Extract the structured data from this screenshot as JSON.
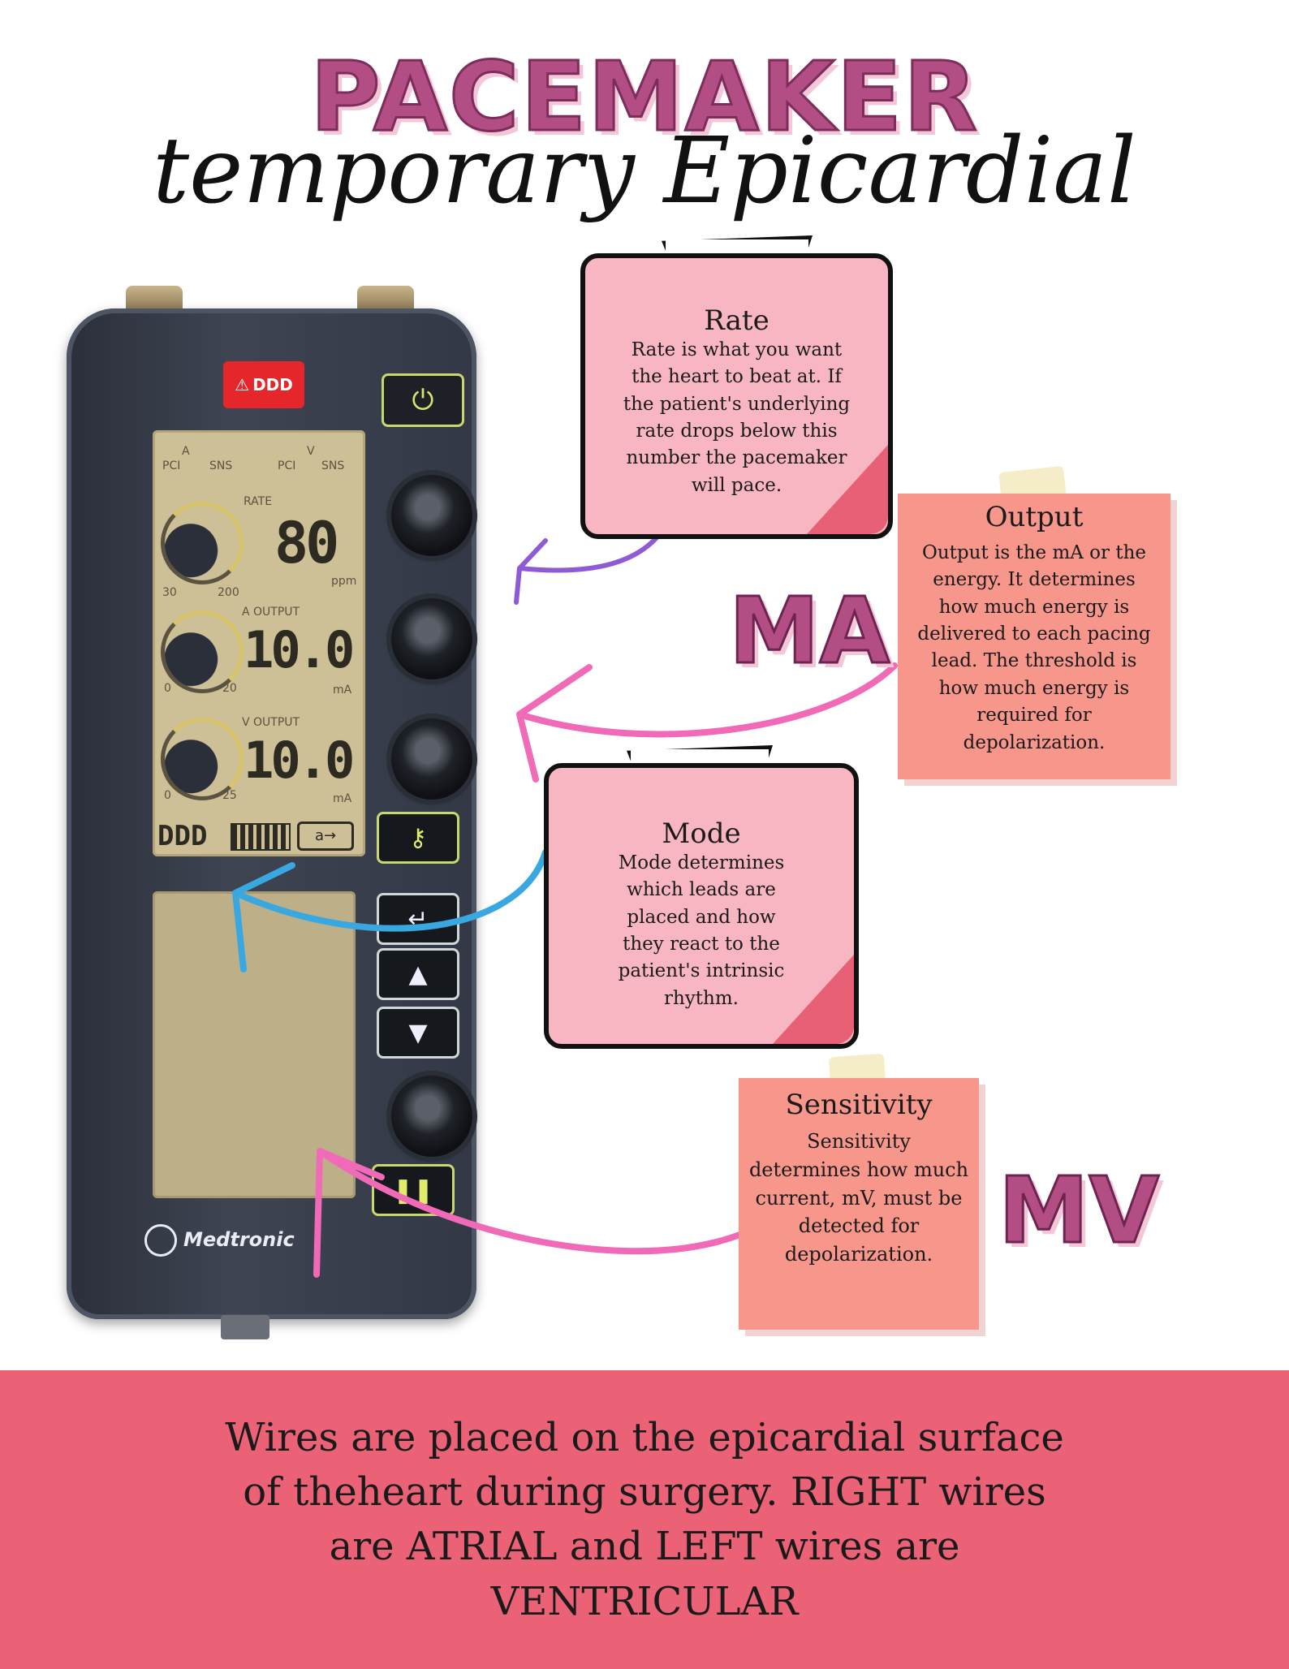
{
  "header": {
    "title": "PACEMAKER",
    "subtitle": "temporary Epicardial"
  },
  "device": {
    "warning_badge": "DDD",
    "lcd": {
      "a_label": "A",
      "v_label": "V",
      "a_left": "PCI",
      "a_right": "SNS",
      "v_left": "PCI",
      "v_right": "SNS",
      "rate_label": "RATE",
      "rate_value": "80",
      "rate_unit": "ppm",
      "rate_scale_min": "30",
      "rate_scale_max": "200",
      "a_output_label": "A OUTPUT",
      "a_output_value": "10.0",
      "a_output_unit": "mA",
      "a_scale_min": "0",
      "a_scale_max": "20",
      "v_output_label": "V OUTPUT",
      "v_output_value": "10.0",
      "v_output_unit": "mA",
      "v_scale_min": "0",
      "v_scale_max": "25",
      "mode": "DDD",
      "lock_text": "a→"
    },
    "brand": "Medtronic"
  },
  "notes": {
    "rate": {
      "title": "Rate",
      "lines": [
        "Rate is what you want",
        "the heart to beat at. If",
        "the patient's underlying",
        "rate drops below this",
        "number the pacemaker",
        "will pace."
      ]
    },
    "output": {
      "title": "Output",
      "lines": [
        "Output is the mA or the",
        "energy. It determines",
        "how much energy is",
        "delivered to each pacing",
        "lead. The threshold is",
        "how much energy is",
        "required for",
        "depolarization."
      ]
    },
    "mode": {
      "title": "Mode",
      "lines": [
        "Mode determines",
        "which leads are",
        "placed and how",
        "they react to the",
        "patient's intrinsic",
        "rhythm."
      ]
    },
    "sensitivity": {
      "title": "Sensitivity",
      "lines": [
        "Sensitivity",
        "determines how much",
        "current, mV, must be",
        "detected for",
        "depolarization."
      ]
    }
  },
  "labels": {
    "ma": "MA",
    "mv": "MV"
  },
  "footer": {
    "lines": [
      "Wires are placed on the epicardial surface",
      "of theheart during surgery. RIGHT wires",
      "are ATRIAL and LEFT wires are",
      "VENTRICULAR"
    ]
  },
  "colors": {
    "title_pink": "#b24e83",
    "note_pink": "#f8b5c2",
    "note_peach": "#f7968a",
    "footer_band": "#eb6175",
    "arrow_purple": "#8f5ad6",
    "arrow_pink": "#f06ab8",
    "arrow_blue": "#3aa8e0"
  }
}
